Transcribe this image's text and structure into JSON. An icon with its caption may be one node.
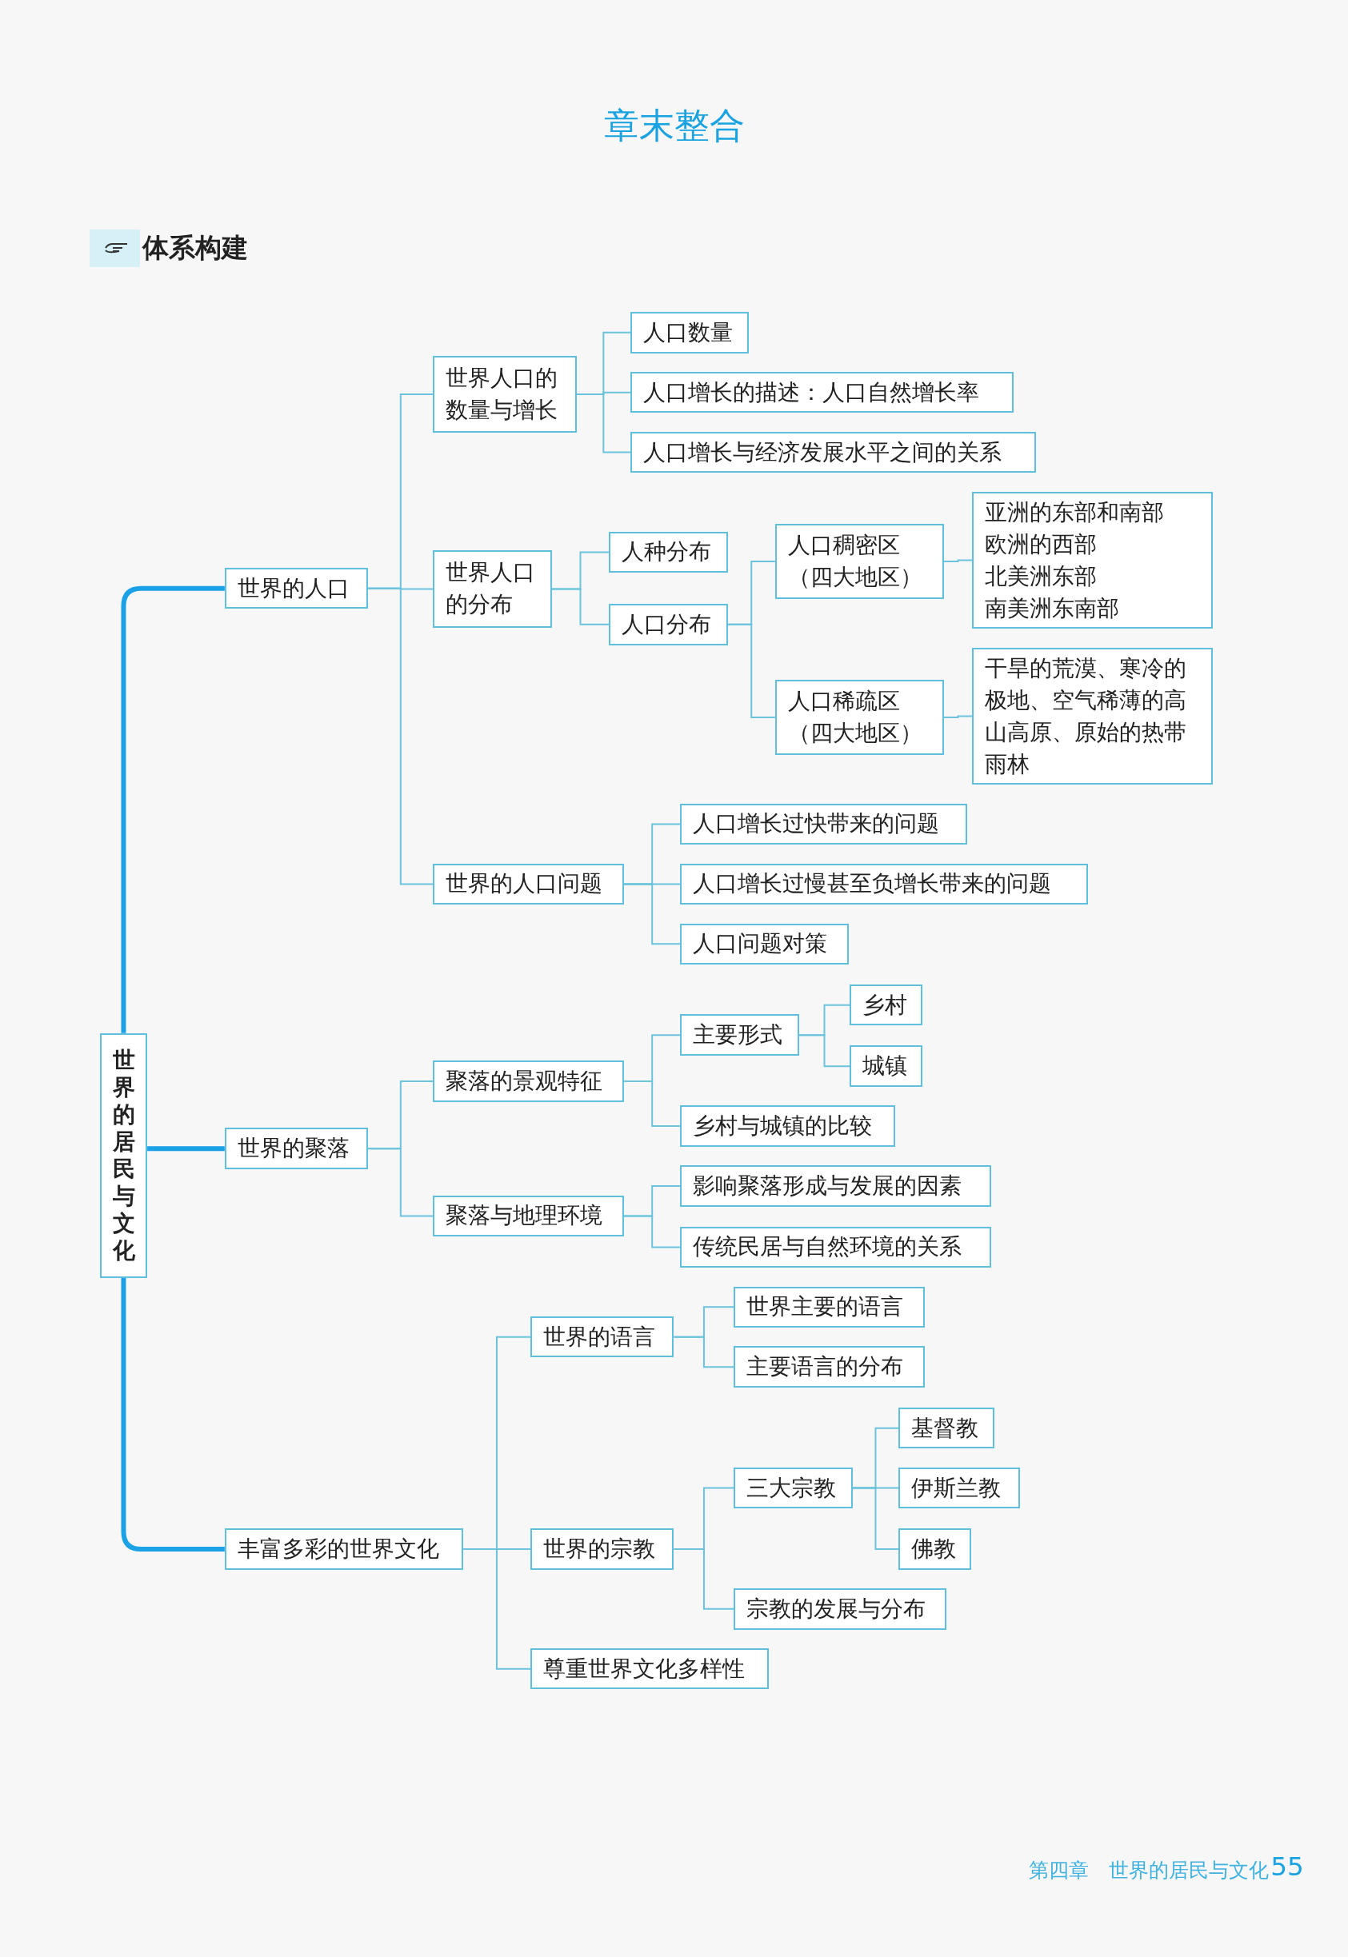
{
  "diagram": {
    "title": "章末整合",
    "nodes": [
      {
        "text": [
          "世界的居民与文化"
        ]
      },
      {
        "text": [
          "世界的人口"
        ]
      },
      {
        "text": [
          "世界人口的数量与增长"
        ]
      },
      {
        "text": [
          "人口数量"
        ]
      },
      {
        "text": [
          "人口增长的描述：人口自然增长率"
        ]
      },
      {
        "text": [
          "人口增长与经济发展水平之间的关系"
        ]
      },
      {
        "text": [
          "世界人口的分布"
        ]
      },
      {
        "text": [
          "人种分布"
        ]
      },
      {
        "text": [
          "人口分布"
        ]
      },
      {
        "text": [
          "人口稠密区（四大地区）"
        ]
      },
      {
        "text": [
          "亚洲的东部和南部",
          "欧洲的西部",
          "北美洲东部",
          "南美洲东南部"
        ]
      },
      {
        "text": [
          "人口稀疏区（四大地区）"
        ]
      },
      {
        "text": [
          "干旱的荒漠、寒冷的极地、空气稀薄的高山高原、原始的热带雨林"
        ]
      },
      {
        "text": [
          "世界的人口问题"
        ]
      },
      {
        "text": [
          "人口增长过快带来的问题"
        ]
      },
      {
        "text": [
          "人口增长过慢甚至负增长带来的问题"
        ]
      },
      {
        "text": [
          "人口问题对策"
        ]
      },
      {
        "text": [
          "世界的聚落"
        ]
      },
      {
        "text": [
          "聚落的景观特征"
        ]
      },
      {
        "text": [
          "主要形式"
        ]
      },
      {
        "text": [
          "乡村"
        ]
      },
      {
        "text": [
          "城镇"
        ]
      },
      {
        "text": [
          "乡村与城镇的比较"
        ]
      },
      {
        "text": [
          "聚落与地理环境"
        ]
      },
      {
        "text": [
          "影响聚落形成与发展的因素"
        ]
      },
      {
        "text": [
          "传统民居与自然环境的关系"
        ]
      },
      {
        "text": [
          "丰富多彩的世界文化"
        ]
      },
      {
        "text": [
          "世界的语言"
        ]
      },
      {
        "text": [
          "世界主要的语言"
        ]
      },
      {
        "text": [
          "主要语言的分布"
        ]
      },
      {
        "text": [
          "世界的宗教"
        ]
      },
      {
        "text": [
          "三大宗教"
        ]
      },
      {
        "text": [
          "基督教"
        ]
      },
      {
        "text": [
          "伊斯兰教"
        ]
      },
      {
        "text": [
          "佛教"
        ]
      },
      {
        "text": [
          "宗教的发展与分布"
        ]
      },
      {
        "text": [
          "尊重世界文化多样性"
        ]
      }
    ],
    "edges": [
      {
        "from": 0,
        "to": 1,
        "arrow": "none",
        "style": "thick",
        "color": "#1ba1e6"
      },
      {
        "from": 1,
        "to": 2,
        "arrow": "none"
      },
      {
        "from": 2,
        "to": 3,
        "arrow": "none"
      },
      {
        "from": 2,
        "to": 4,
        "arrow": "none"
      },
      {
        "from": 2,
        "to": 5,
        "arrow": "none"
      },
      {
        "from": 1,
        "to": 6,
        "arrow": "none"
      },
      {
        "from": 6,
        "to": 7,
        "arrow": "none"
      },
      {
        "from": 6,
        "to": 8,
        "arrow": "none"
      },
      {
        "from": 8,
        "to": 9,
        "arrow": "none"
      },
      {
        "from": 9,
        "to": 10,
        "arrow": "none"
      },
      {
        "from": 8,
        "to": 11,
        "arrow": "none"
      },
      {
        "from": 11,
        "to": 12,
        "arrow": "none"
      },
      {
        "from": 1,
        "to": 13,
        "arrow": "none"
      },
      {
        "from": 13,
        "to": 14,
        "arrow": "none"
      },
      {
        "from": 13,
        "to": 15,
        "arrow": "none"
      },
      {
        "from": 13,
        "to": 16,
        "arrow": "none"
      },
      {
        "from": 0,
        "to": 17,
        "arrow": "none",
        "style": "thick",
        "color": "#1ba1e6"
      },
      {
        "from": 17,
        "to": 18,
        "arrow": "none"
      },
      {
        "from": 18,
        "to": 19,
        "arrow": "none"
      },
      {
        "from": 19,
        "to": 20,
        "arrow": "none"
      },
      {
        "from": 19,
        "to": 21,
        "arrow": "none"
      },
      {
        "from": 18,
        "to": 22,
        "arrow": "none"
      },
      {
        "from": 17,
        "to": 23,
        "arrow": "none"
      },
      {
        "from": 23,
        "to": 24,
        "arrow": "none"
      },
      {
        "from": 23,
        "to": 25,
        "arrow": "none"
      },
      {
        "from": 0,
        "to": 26,
        "arrow": "none",
        "style": "thick",
        "color": "#1ba1e6"
      },
      {
        "from": 26,
        "to": 27,
        "arrow": "none"
      },
      {
        "from": 27,
        "to": 28,
        "arrow": "none"
      },
      {
        "from": 27,
        "to": 29,
        "arrow": "none"
      },
      {
        "from": 26,
        "to": 30,
        "arrow": "none"
      },
      {
        "from": 30,
        "to": 31,
        "arrow": "none"
      },
      {
        "from": 31,
        "to": 32,
        "arrow": "none"
      },
      {
        "from": 31,
        "to": 33,
        "arrow": "none"
      },
      {
        "from": 31,
        "to": 34,
        "arrow": "none"
      },
      {
        "from": 30,
        "to": 35,
        "arrow": "none"
      },
      {
        "from": 26,
        "to": 36,
        "arrow": "none"
      }
    ],
    "labels": [
      "体系构建",
      "第四章　世界的居民与文化",
      "55"
    ]
  }
}
